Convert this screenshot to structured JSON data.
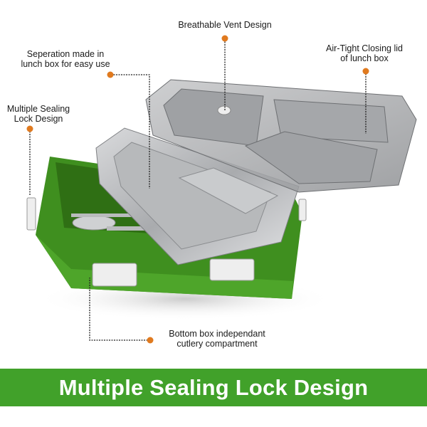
{
  "callouts": {
    "vent": "Breathable Vent Design",
    "separation": "Seperation made in lunch box for easy use",
    "sealing": "Multiple Sealing Lock Design",
    "airtight": "Air-Tight Closing lid of lunch box",
    "cutlery": "Bottom box independant cutlery compartment"
  },
  "banner": {
    "title": "Multiple Sealing Lock Design"
  },
  "colors": {
    "accent": "#e07a1f",
    "banner": "#41a12a",
    "box_green": "#3f8f1f"
  }
}
